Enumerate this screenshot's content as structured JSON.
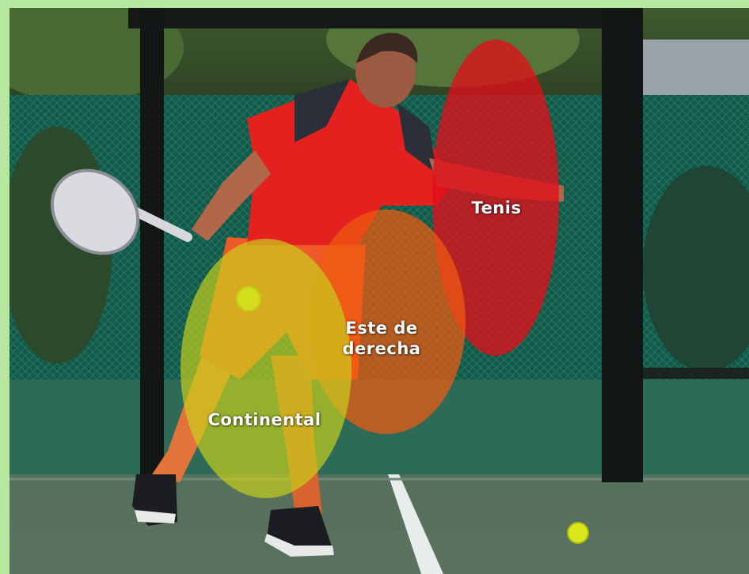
{
  "image": {
    "scene": "padel player hitting forehand on outdoor court",
    "frame_color": "#b6e8a0"
  },
  "grip_zones": [
    {
      "id": "tenis",
      "label": "Tenis",
      "color": "#e0101a"
    },
    {
      "id": "este-de-derecha",
      "label": "Este de\nderecha",
      "color": "#f05a10"
    },
    {
      "id": "continental",
      "label": "Continental",
      "color": "#c8d21a"
    }
  ]
}
